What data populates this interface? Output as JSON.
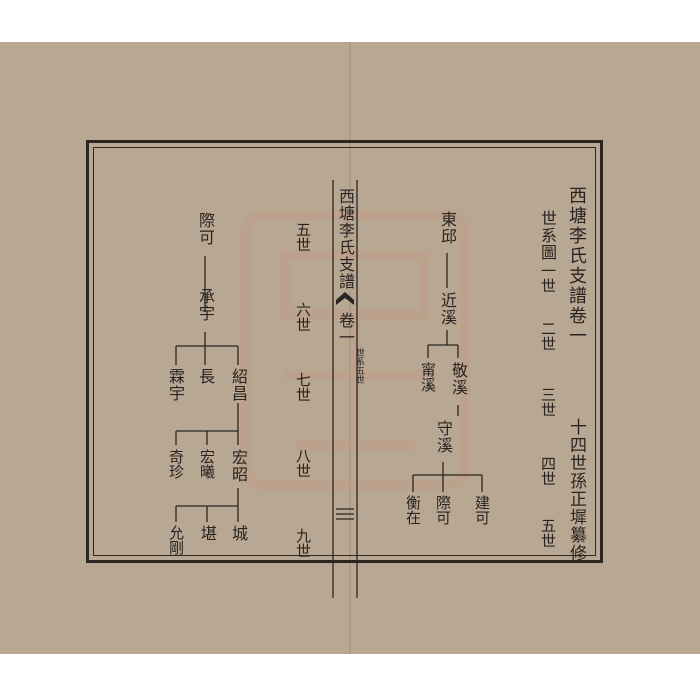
{
  "header": {
    "book_title": "西塘李氏支譜卷一",
    "section_title": "世系圖",
    "compiler": "十四世孫正墀纂修"
  },
  "center_column": {
    "title": "西塘李氏支譜",
    "volume": "卷一",
    "section": "世系五世"
  },
  "right_page": {
    "generations": [
      "一世",
      "二世",
      "三世",
      "四世",
      "五世"
    ],
    "people": {
      "g1": "東邱",
      "g2": "近溪",
      "g3a": "敬溪",
      "g3b": "甯溪",
      "g4": "守溪",
      "g5a": "建可",
      "g5b": "際可",
      "g5c": "衡在"
    }
  },
  "left_page": {
    "generations": [
      "五世",
      "六世",
      "七世",
      "八世",
      "九世"
    ],
    "people": {
      "g5": "際可",
      "g6": "承宇",
      "g7a": "紹昌",
      "g7b": "長",
      "g7c": "霖宇",
      "g8a": "宏昭",
      "g8b": "宏曦",
      "g8c": "奇珍",
      "g9a": "城",
      "g9b": "堪",
      "g9c": "允剛"
    }
  }
}
